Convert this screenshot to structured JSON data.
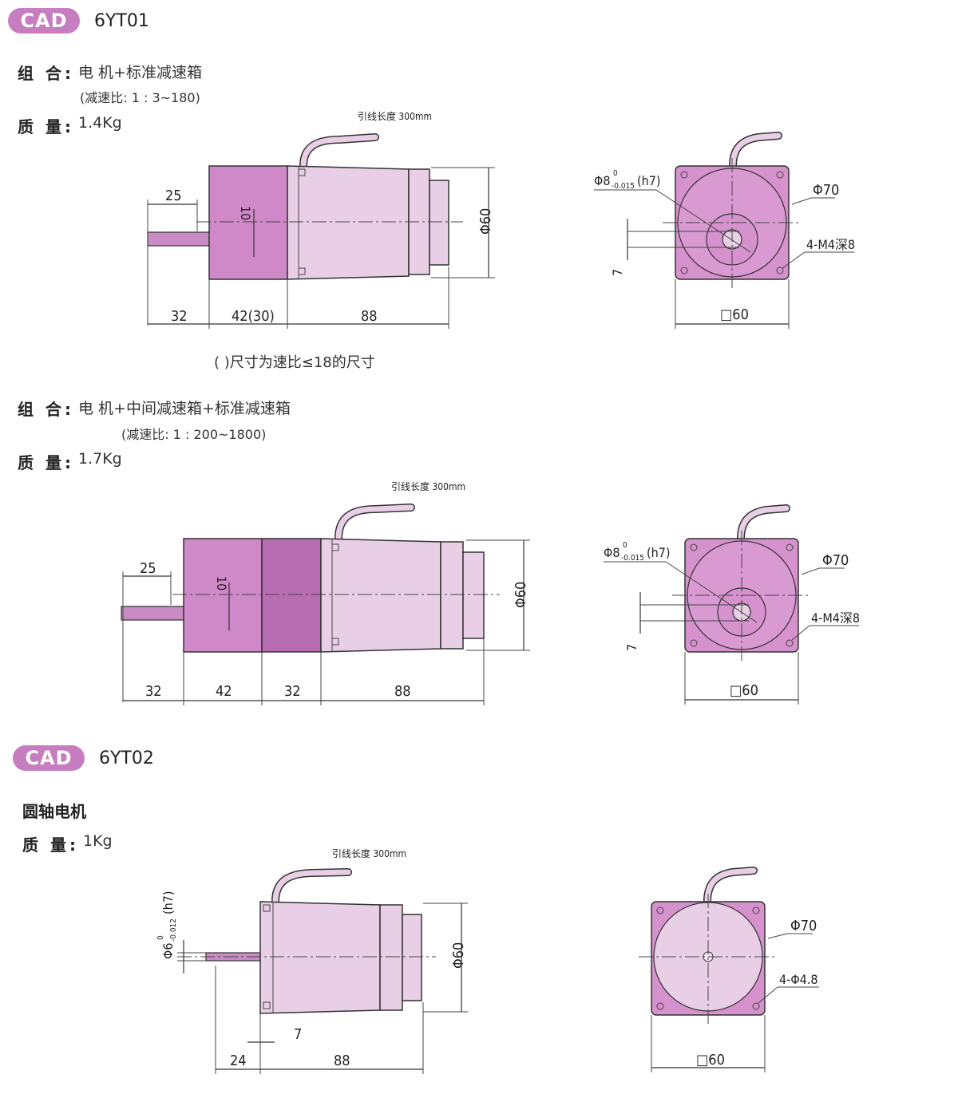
{
  "section1": {
    "badge": "CAD",
    "model": "6YT01",
    "combo1": {
      "label": "组 合:",
      "value": "电 机+标准减速箱",
      "ratio": "(减速比: 1 : 3~180)",
      "mass_label": "质 量:",
      "mass": "1.4Kg",
      "lead_wire": "引线长度 300mm",
      "dims": {
        "shaft_len": "25",
        "key_h": "10",
        "d_body": "Φ60",
        "l1": "32",
        "l2": "42(30)",
        "l3": "88",
        "shaft_d": "Φ8",
        "shaft_tol": "(h7)",
        "tol_upper": "0",
        "tol_lower": "-0.015",
        "pilot": "Φ70",
        "holes": "4-M4深8",
        "key": "7",
        "square": "□60"
      },
      "note": "( )尺寸为速比≤18的尺寸"
    },
    "combo2": {
      "label": "组 合:",
      "value": "电 机+中间减速箱+标准减速箱",
      "ratio": "(减速比: 1 : 200~1800)",
      "mass_label": "质 量:",
      "mass": "1.7Kg",
      "lead_wire": "引线长度 300mm",
      "dims": {
        "shaft_len": "25",
        "key_h": "10",
        "d_body": "Φ60",
        "l1": "32",
        "l2": "42",
        "l3": "32",
        "l4": "88",
        "shaft_d": "Φ8",
        "shaft_tol": "(h7)",
        "tol_upper": "0",
        "tol_lower": "-0.015",
        "pilot": "Φ70",
        "holes": "4-M4深8",
        "key": "7",
        "square": "□60"
      }
    }
  },
  "section2": {
    "badge": "CAD",
    "model": "6YT02",
    "title": "圆轴电机",
    "mass_label": "质 量:",
    "mass": "1Kg",
    "lead_wire": "引线长度 300mm",
    "dims": {
      "shaft_d": "Φ6",
      "tol_upper": "0",
      "tol_lower": "-0.012",
      "shaft_tol": "(h7)",
      "d_body": "Φ60",
      "key": "7",
      "l1": "24",
      "l2": "88",
      "pilot": "Φ70",
      "holes": "4-Φ4.8",
      "square": "□60"
    }
  },
  "colors": {
    "badge": "#c67ec0",
    "gear_body": "#cf89c8",
    "motor_body": "#e8cfe6",
    "mid_gear": "#b86cb2"
  }
}
